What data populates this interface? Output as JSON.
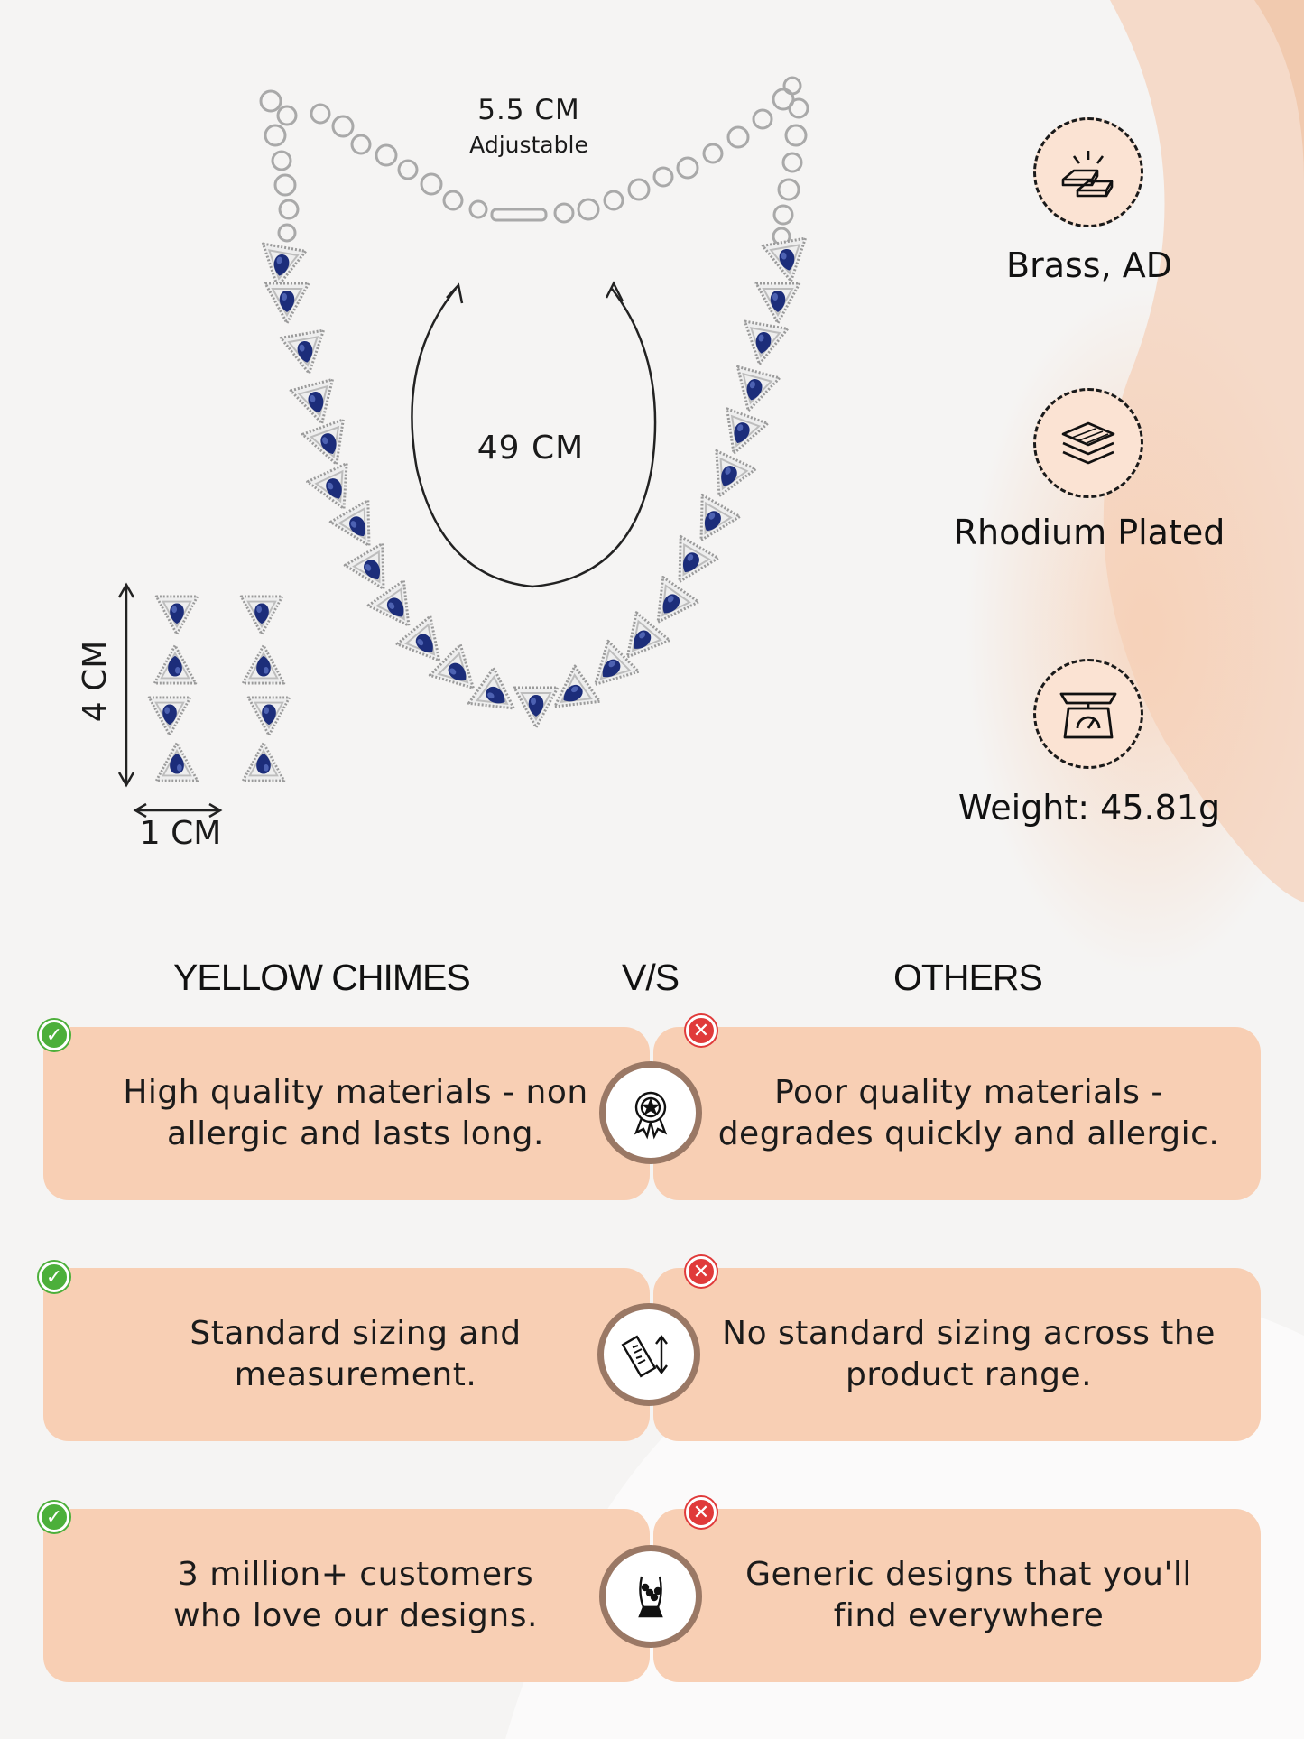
{
  "dimensions": {
    "chain_extension": "5.5 CM",
    "chain_extension_note": "Adjustable",
    "necklace_length": "49 CM",
    "earring_height": "4 CM",
    "earring_width": "1 CM"
  },
  "specs": [
    {
      "label": "Brass, AD",
      "icon": "gold-bars-icon"
    },
    {
      "label": "Rhodium Plated",
      "icon": "layers-icon"
    },
    {
      "label": "Weight: 45.81g",
      "icon": "weighing-scale-icon"
    }
  ],
  "comparison": {
    "left_header": "YELLOW CHIMES",
    "vs_header": "V/S",
    "right_header": "OTHERS",
    "rows": [
      {
        "left": "High quality materials - non\nallergic and lasts long.",
        "right": "Poor quality materials -\ndegrades quickly and allergic.",
        "icon": "quality-badge-icon"
      },
      {
        "left": "Standard sizing and\nmeasurement.",
        "right": "No standard sizing across the\nproduct range.",
        "icon": "ruler-icon"
      },
      {
        "left": "3 million+ customers\nwho love our designs.",
        "right": "Generic designs that you'll\nfind everywhere",
        "icon": "jewelry-display-icon"
      }
    ]
  },
  "colors": {
    "card": "#f8cfb4",
    "icon_ring": "#9a7865",
    "gem": "#1c2d7a",
    "check": "#4caf3a",
    "cross": "#e03a3a"
  }
}
